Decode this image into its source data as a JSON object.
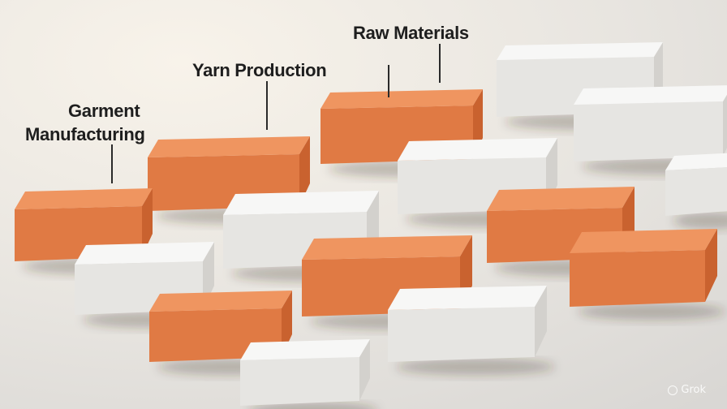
{
  "labels": {
    "garment": [
      "Garment",
      "Manufacturing"
    ],
    "yarn": "Yarn Production",
    "raw": "Raw Materials"
  },
  "watermark": "Grok",
  "colors": {
    "orange_top": "#ef9560",
    "orange_front": "#e07a44",
    "orange_side": "#c9622f",
    "white_top": "#f7f7f6",
    "white_front": "#e6e5e2",
    "white_side": "#d3d1cd",
    "background": "#e9e6e1"
  }
}
